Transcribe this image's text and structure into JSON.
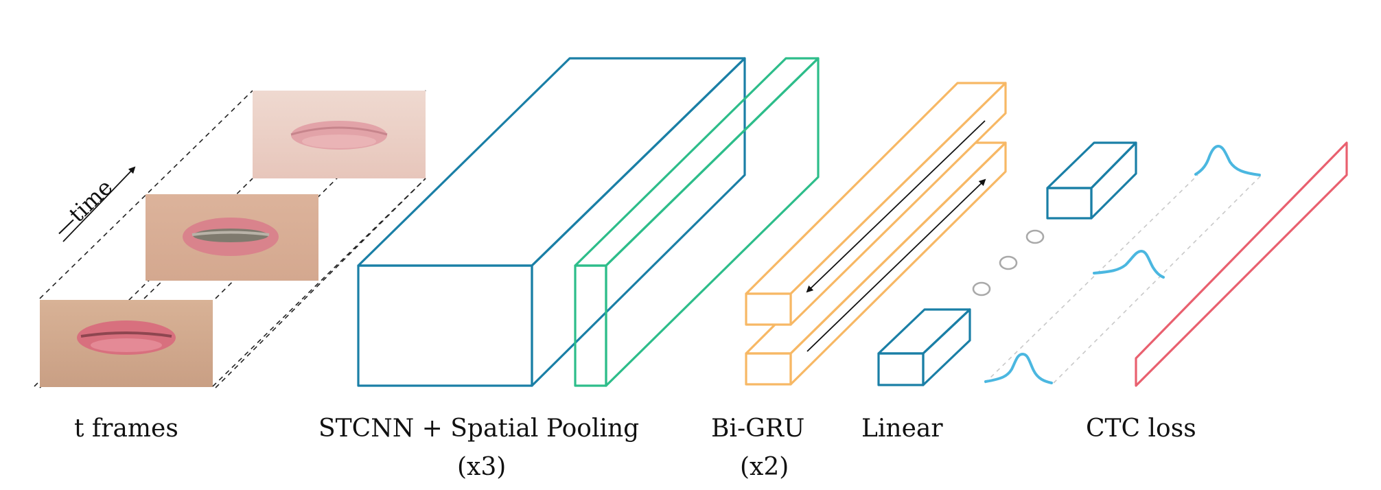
{
  "labels": {
    "frames": "t frames",
    "stcnn": "STCNN + Spatial Pooling",
    "stcnn_repeat": "(x3)",
    "bigru": "Bi-GRU",
    "bigru_repeat": "(x2)",
    "linear": "Linear",
    "ctc": "CTC loss",
    "time": "—time"
  },
  "colors": {
    "stcnn": "#1a7fa6",
    "pooling": "#2dbd8a",
    "bigru": "#f7b865",
    "linear": "#1a7fa6",
    "distribution": "#4bb7e0",
    "ctc": "#e9606f",
    "ellipsis": "#a9a9a9",
    "guide": "#c8c8c8",
    "frame_lip": "#d9707e",
    "frame_skin": "#e4b7a5"
  },
  "icons": {
    "frames": "lip-frame-image",
    "ellipsis": "ellipsis-dots",
    "distribution": "probability-peak-curve"
  }
}
